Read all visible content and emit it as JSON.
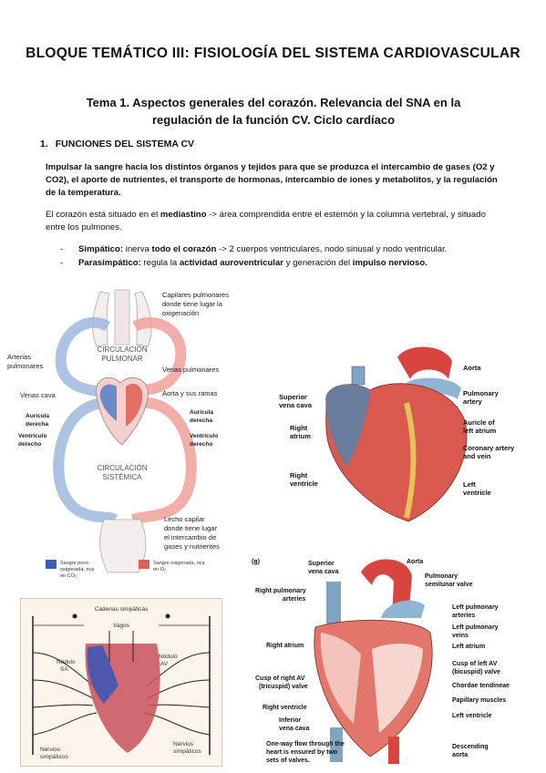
{
  "document": {
    "title": "BLOQUE TEMÁTICO III: FISIOLOGÍA DEL SISTEMA CARDIOVASCULAR",
    "subtitle_line1": "Tema 1. Aspectos generales del corazón. Relevancia del SNA en la",
    "subtitle_line2": "regulación de la función CV. Ciclo cardíaco",
    "section_number": "1.",
    "section_title": "FUNCIONES DEL SISTEMA CV",
    "paragraph1": "Impulsar la sangre hacia los distintos órganos y tejidos para que se produzca el intercambio de gases (O2 y CO2), el aporte de nutrientes, el transporte de hormonas, intercambio de iones y metabolitos, y la regulación de la temperatura.",
    "paragraph2_a": "El corazón está situado en el ",
    "paragraph2_b": "mediastino",
    "paragraph2_c": " -> área comprendida entre el esternón y la columna vertebral, y situado entre los pulmones.",
    "bullets": [
      {
        "dash": "-",
        "term": "Simpático:",
        "pre": " inerva ",
        "bold1": "todo el corazón",
        "post": " -> 2 cuerpos ventriculares, nodo sinusal y nodo ventricular."
      },
      {
        "dash": "-",
        "term": "Parasimpático:",
        "pre": " regula la ",
        "bold1": "actividad auroventricular",
        "mid": " y generación del ",
        "bold2": "impulso nervioso."
      }
    ]
  },
  "figure_circulation": {
    "capilares": [
      "Capilares pulmonares",
      "donde tiene lugar la",
      "oxigenación"
    ],
    "arterias": [
      "Arterias",
      "pulmonares"
    ],
    "circ_pulmonar": [
      "CIRCULACIÓN",
      "PULMONAR"
    ],
    "venas_pulm": "Venas pulmonares",
    "venas_cava": "Venas cava",
    "aorta_ramas": "Aorta y sus ramas",
    "auricula_der": [
      "Aurícula",
      "derecha"
    ],
    "ventriculo_der": [
      "Ventrículo",
      "derecho"
    ],
    "auricula_izq": [
      "Aurícula",
      "derecha"
    ],
    "ventriculo_izq": [
      "Ventrículo",
      "derecho"
    ],
    "circ_sistemica": [
      "CIRCULACIÓN",
      "SISTÉMICA"
    ],
    "lecho": [
      "Lecho            capilar",
      "donde tiene lugar",
      "el intercambio de",
      "gases y nutrientes"
    ],
    "legend_blue": [
      "Sangre      poco",
      "oxigenada, rica",
      "en CO₂"
    ],
    "legend_red": [
      "Sangre oxigenada, rica",
      "en O₂"
    ],
    "blue_color": "#3a5fb0",
    "red_color": "#e06055"
  },
  "figure_heart_external": {
    "superior_vena_cava": [
      "Superior",
      "vena cava"
    ],
    "right_atrium": [
      "Right",
      "atrium"
    ],
    "right_ventricle": [
      "Right",
      "ventricle"
    ],
    "aorta": "Aorta",
    "pulmonary_artery": [
      "Pulmonary",
      "artery"
    ],
    "auricle": [
      "Auricle of",
      "left atrium"
    ],
    "coronary": [
      "Coronary artery",
      "and vein"
    ],
    "left_ventricle": [
      "Left",
      "ventricle"
    ]
  },
  "figure_nerves": {
    "cadenas": "Cadenas simpáticas",
    "vagos": "Vagos",
    "nodulo_sa": [
      "Nódulo",
      "SA"
    ],
    "nodulo_av": [
      "Nódulo",
      "AV"
    ],
    "nervios_left": [
      "Nervios",
      "simpáticos"
    ],
    "nervios_right": [
      "Nervios",
      "simpáticos"
    ]
  },
  "figure_heart_section": {
    "panel_letter": "(g)",
    "superior_vena_cava": [
      "Superior",
      "vena cava"
    ],
    "aorta": "Aorta",
    "right_pulm_arteries": [
      "Right pulmonary",
      "arteries"
    ],
    "pulm_valve": [
      "Pulmonary",
      "semilunar valve"
    ],
    "left_pulm_arteries": [
      "Left pulmonary",
      "arteries"
    ],
    "left_pulm_veins": [
      "Left pulmonary",
      "veins"
    ],
    "right_atrium": "Right atrium",
    "left_atrium": "Left atrium",
    "cusp_left": [
      "Cusp of left AV",
      "(bicuspid) valve"
    ],
    "cusp_right": [
      "Cusp of right AV",
      "(tricuspid) valve"
    ],
    "chordae": "Chordae tendineae",
    "papillary": "Papillary muscles",
    "right_ventricle": "Right ventricle",
    "left_ventricle": "Left ventricle",
    "inferior_vena_cava": [
      "Inferior",
      "vena cava"
    ],
    "one_way": [
      "One-way flow through the",
      "heart is ensured by two",
      "sets of valves."
    ],
    "descending_aorta": [
      "Descending",
      "aorta"
    ]
  }
}
